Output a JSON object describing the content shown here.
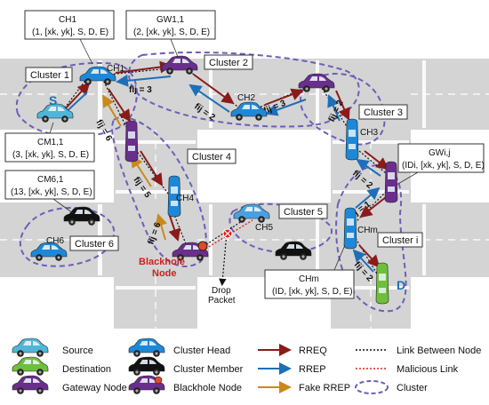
{
  "clusters": {
    "c1": "Cluster 1",
    "c2": "Cluster 2",
    "c3": "Cluster 3",
    "c4": "Cluster 4",
    "c5": "Cluster 5",
    "c6": "Cluster 6",
    "ci": "Cluster i"
  },
  "nodes": {
    "s": "S",
    "d": "D",
    "ch1": "CH1",
    "ch2": "CH2",
    "ch3": "CH3",
    "ch4": "CH4",
    "ch5": "CH5",
    "ch6": "CH6",
    "chm": "CHm",
    "blackhole_line1": "Blackhole",
    "blackhole_line2": "Node",
    "drop_line1": "Drop",
    "drop_line2": "Packet"
  },
  "callouts": {
    "ch1_title": "CH1",
    "ch1_body": "(1, [xk, yk], S, D, E)",
    "gw11_title": "GW1,1",
    "gw11_body": "(2, [xk, yk], S, D, E)",
    "cm11_title": "CM1,1",
    "cm11_body": "(3, [xk, yk], S, D, E)",
    "cm61_title": "CM6,1",
    "cm61_body": "(13, [xk, yk], S, D, E)",
    "gwij_title": "GWi,j",
    "gwij_body1": "(IDi, [xk, yk], S, D, E)",
    "chm_title": "CHm",
    "chm_body": "(ID, [xk, yk], S, D, E)"
  },
  "edge_labels": {
    "e1": "fij = 3",
    "e2": "fij = 2",
    "e3": "fij = 3",
    "e4": "fij = 2",
    "e5": "fij = 6",
    "e6": "fij = 5",
    "e7": "fij = 6",
    "e8": "fij = 2",
    "e9": "fij = 1",
    "e10": "fij = 2"
  },
  "legend": {
    "source": "Source",
    "destination": "Destination",
    "gateway": "Gateway Node",
    "cluster_head": "Cluster Head",
    "cluster_member": "Cluster Member",
    "blackhole": "Blackhole Node",
    "rreq": "RREQ",
    "rrep": "RREP",
    "fake_rrep": "Fake RREP",
    "link": "Link Between Node",
    "malicious": "Malicious Link",
    "cluster": "Cluster"
  },
  "colors": {
    "source": "#4fb6d8",
    "destination": "#6fbf3a",
    "gateway": "#6a2e8c",
    "cluster_head": "#1e88d8",
    "cluster_member": "#111111",
    "rreq": "#8b1a1a",
    "rrep": "#1e6fb8",
    "fake_rrep": "#c98a1b",
    "malicious": "#e02020",
    "cluster": "#6b5fb8",
    "road": "#d4d4d4"
  }
}
